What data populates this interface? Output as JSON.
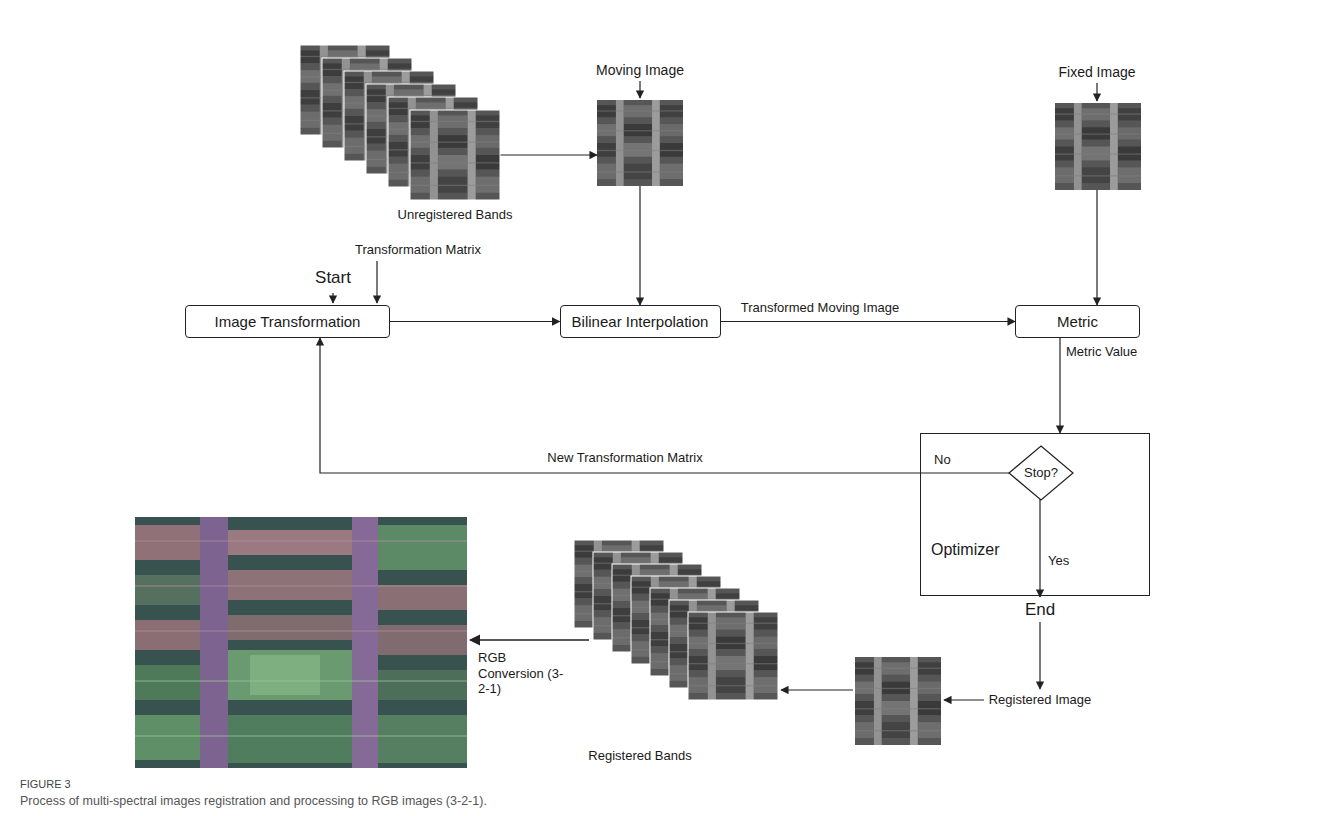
{
  "diagram": {
    "caption": "Process of multi-spectral images registration and processing to RGB images (3-2-1).",
    "nodes": [
      {
        "text": [
          "Unregistered Bands"
        ]
      },
      {
        "text": [
          "Moving Image"
        ]
      },
      {
        "text": [
          "Fixed Image"
        ]
      },
      {
        "text": [
          "Image Transformation"
        ]
      },
      {
        "text": [
          "Bilinear Interpolation"
        ]
      },
      {
        "text": [
          "Metric"
        ]
      },
      {
        "text": [
          "Optimizer"
        ]
      },
      {
        "text": [
          "Stop?"
        ],
        "in": 6
      },
      {
        "text": [
          "Registered Bands"
        ]
      }
    ],
    "edges": [
      {
        "from": 0,
        "to": 1,
        "arrow": "to"
      },
      {
        "from": 1,
        "to": 4,
        "arrow": "to"
      },
      {
        "from": 2,
        "to": 5,
        "arrow": "to"
      },
      {
        "from": 3,
        "to": 4,
        "arrow": "to"
      },
      {
        "from": 4,
        "to": 5,
        "label": "Transformed Moving Image",
        "arrow": "to"
      },
      {
        "from": 5,
        "to": 6,
        "label": "Metric Value",
        "arrow": "to"
      },
      {
        "from": 7,
        "to": 3,
        "label": "New Transformation Matrix",
        "arrow": "to"
      }
    ],
    "labels": [
      "Start",
      "Transformation Matrix",
      "No",
      "Yes",
      "End",
      "Registered Image",
      "RGB Conversion (3-2-1)",
      "FIGURE 3"
    ]
  }
}
